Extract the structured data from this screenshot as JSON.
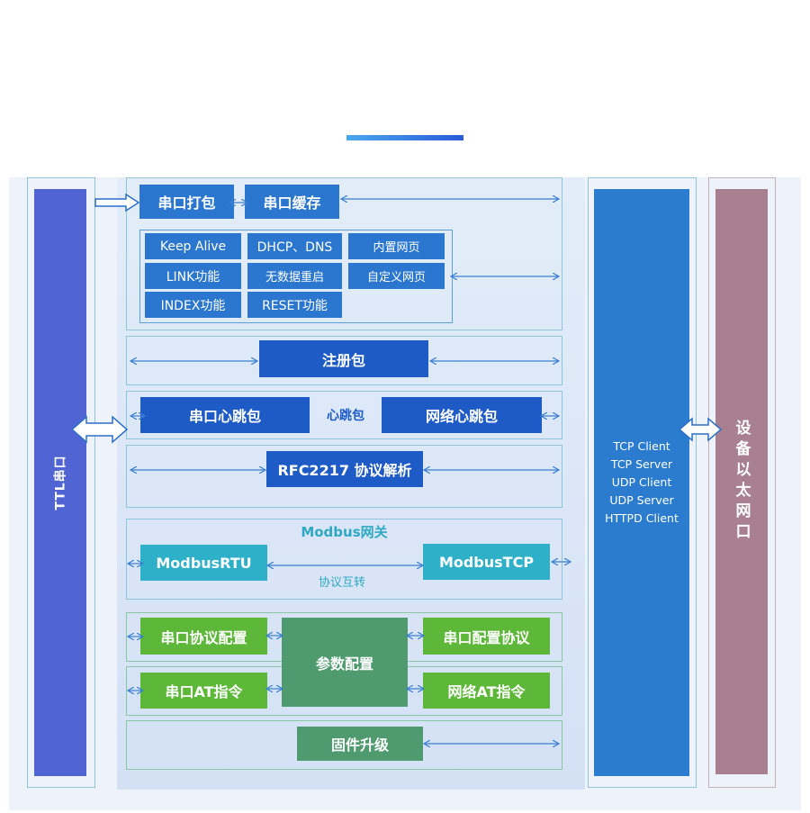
{
  "left": {
    "title": "TTL串口"
  },
  "right": {
    "title": "设备以太网口"
  },
  "network": {
    "items": [
      "TCP Client",
      "TCP Server",
      "UDP Client",
      "UDP Server",
      "HTTPD Client"
    ]
  },
  "serial": {
    "pack": "串口打包",
    "cache": "串口缓存"
  },
  "features": {
    "keep_alive": "Keep Alive",
    "dhcp_dns": "DHCP、DNS",
    "builtin_web": "内置网页",
    "link": "LINK功能",
    "no_data_restart": "无数据重启",
    "custom_web": "自定义网页",
    "index": "INDEX功能",
    "reset": "RESET功能"
  },
  "register": {
    "label": "注册包"
  },
  "heartbeat": {
    "serial": "串口心跳包",
    "center": "心跳包",
    "network": "网络心跳包"
  },
  "rfc": {
    "label": "RFC2217  协议解析"
  },
  "modbus": {
    "title": "Modbus网关",
    "rtu": "ModbusRTU",
    "tcp": "ModbusTCP",
    "convert": "协议互转"
  },
  "config": {
    "serial_protocol": "串口协议配置",
    "serial_at": "串口AT指令",
    "params": "参数配置",
    "serial_config_protocol": "串口配置协议",
    "network_at": "网络AT指令"
  },
  "firmware": {
    "label": "固件升级"
  },
  "colors": {
    "ttl_bar": "#5064d4",
    "network_bar": "#2b7ccf",
    "device_bar": "#a8808f",
    "modbus_title": "#2fa8c2",
    "modbus_convert": "#2fa8c2",
    "heartbeat_label": "#1e5bc6"
  }
}
